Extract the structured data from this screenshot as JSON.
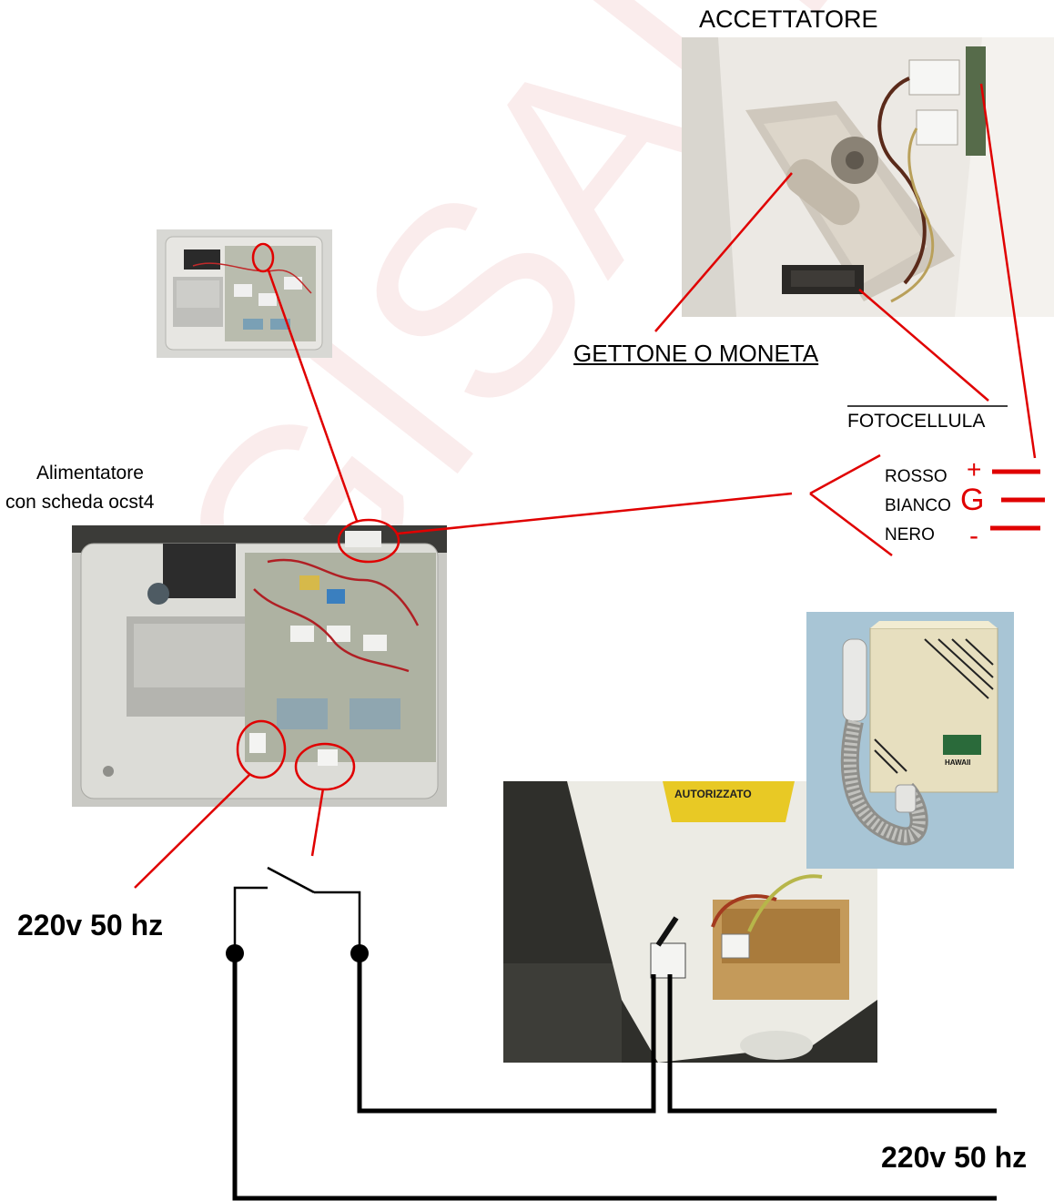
{
  "labels": {
    "acceptor_title": "ACCETTATORE",
    "coin": "GETTONE  O MONETA",
    "photocell": "FOTOCELLULA",
    "power_supply_line1": "Alimentatore",
    "power_supply_line2": "con scheda ocst4",
    "mains_left": "220v 50 hz",
    "mains_right": "220v 50 hz",
    "watermark": "GISAITALIA"
  },
  "wires": [
    {
      "color_name": "ROSSO",
      "sign": "+",
      "sign_color": "#e00000"
    },
    {
      "color_name": "BIANCO",
      "sign": "G",
      "sign_color": "#e00000"
    },
    {
      "color_name": "NERO",
      "sign": "-",
      "sign_color": "#e00000"
    }
  ],
  "photo_texts": {
    "sign": "AUTORIZZATO",
    "brand": "HAWAII"
  },
  "colors": {
    "callout": "#e00000",
    "wiring": "#000000"
  }
}
